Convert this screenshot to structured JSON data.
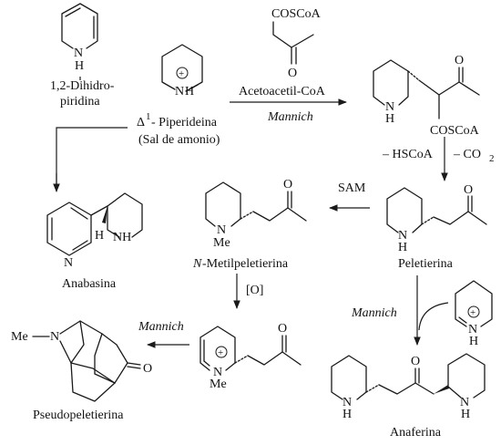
{
  "atoms": {
    "N": "N",
    "NH": "NH",
    "H": "H",
    "O": "O",
    "Me": "Me",
    "plus": "+"
  },
  "compounds": {
    "dihydropyridine_line1": "1,2-Dihidro-",
    "dihydropyridine_line2": "piridina",
    "piperideine_delta": "Δ",
    "piperideine_sup": "1",
    "piperideine_name": "- Piperideina",
    "piperideine_salt": "(Sal de amonio)",
    "acetoacetyl_coa_group": "COSCoA",
    "acetoacetyl_coa_name": "Acetoacetil-CoA",
    "intermediate_group": "COSCoA",
    "anabasine": "Anabasina",
    "methylpelletierine_prefix": "N",
    "methylpelletierine_name": "-Metilpeletierina",
    "pelletierine": "Peletierina",
    "pseudopelletierine": "Pseudopeletierina",
    "anaferine": "Anaferina"
  },
  "reagents": {
    "mannich_1": "Mannich",
    "mannich_2": "Mannich",
    "mannich_3": "Mannich",
    "sam": "SAM",
    "oxidation": "[O]",
    "loss_hscoa": "– HSCoA",
    "loss_co2": "– CO",
    "loss_co2_sub": "2"
  }
}
